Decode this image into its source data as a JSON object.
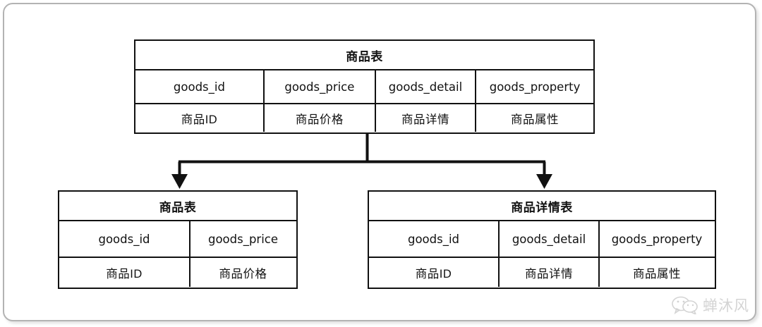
{
  "figure": {
    "type": "database-table-split-diagram",
    "background": "#ffffff",
    "frame_color": "#b3b3b3",
    "line_color": "#111111"
  },
  "tables": {
    "source": {
      "title": "商品表",
      "fields": [
        "goods_id",
        "goods_price",
        "goods_detail",
        "goods_property"
      ],
      "descriptions": [
        "商品ID",
        "商品价格",
        "商品详情",
        "商品属性"
      ]
    },
    "left": {
      "title": "商品表",
      "fields": [
        "goods_id",
        "goods_price"
      ],
      "descriptions": [
        "商品ID",
        "商品价格"
      ]
    },
    "right": {
      "title": "商品详情表",
      "fields": [
        "goods_id",
        "goods_detail",
        "goods_property"
      ],
      "descriptions": [
        "商品ID",
        "商品详情",
        "商品属性"
      ]
    }
  },
  "watermark": {
    "text": "蝉沐风",
    "icon": "wechat-icon",
    "color": "#d2d2d2"
  }
}
